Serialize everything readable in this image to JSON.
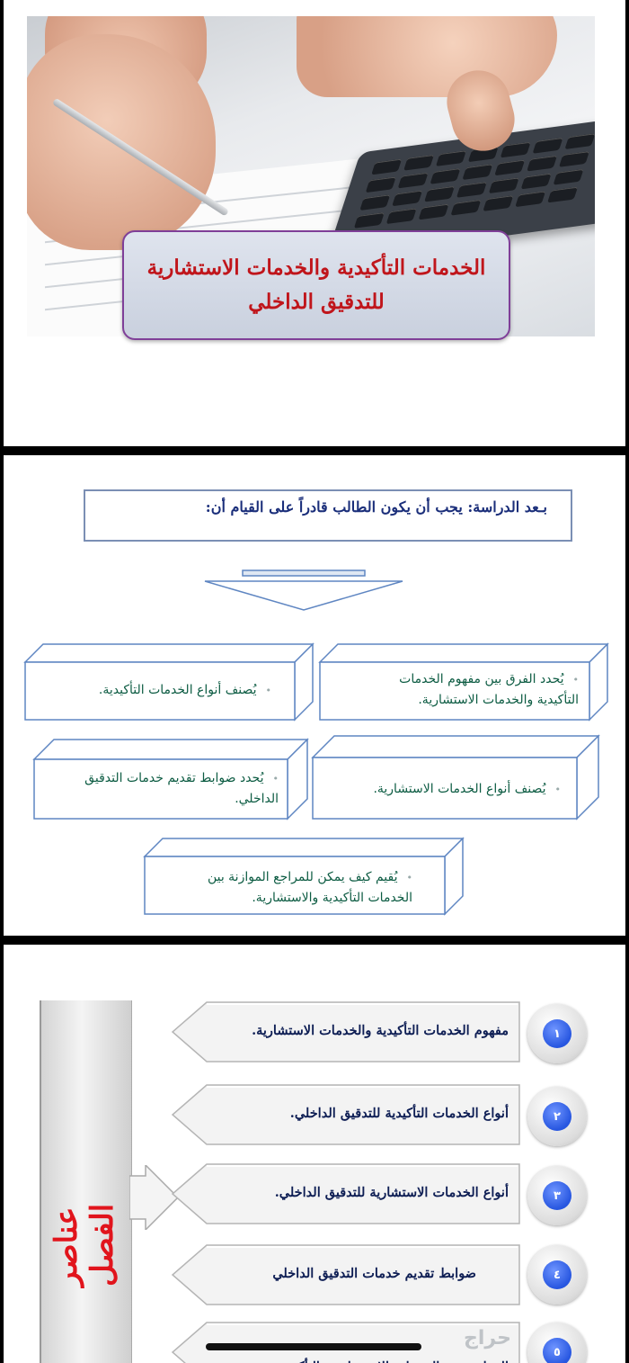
{
  "slide1": {
    "title_line1": "الخدمات التأكيدية والخدمات الاستشارية",
    "title_line2": "للتدقيق الداخلي"
  },
  "slide2": {
    "objectives_heading": "بـعد الدراسة: يجب أن يكون الطالب قادراً على القيام أن:",
    "boxes": [
      {
        "line1": "يُحدد الفرق بين مفهوم الخدمات",
        "line2": "التأكيدية والخدمات الاستشارية."
      },
      {
        "line1": "يُصنف أنواع الخدمات التأكيدية.",
        "line2": ""
      },
      {
        "line1": "يُصنف أنواع الخدمات الاستشارية.",
        "line2": ""
      },
      {
        "line1": "يُحدد ضوابط تقديم خدمات التدقيق",
        "line2": "الداخلي."
      },
      {
        "line1": "يُقيم كيف يمكن للمراجع الموازنة بين",
        "line2": "الخدمات التأكيدية والاستشارية."
      }
    ],
    "bullet": "•"
  },
  "slide3": {
    "side_label": "عناصر الفصل",
    "items": [
      {
        "num": "١",
        "label": "مفهوم الخدمات التأكيدية والخدمات الاستشارية."
      },
      {
        "num": "٢",
        "label": "أنواع الخدمات التأكيدية للتدقيق الداخلي."
      },
      {
        "num": "٣",
        "label": "أنواع الخدمات الاستشارية للتدقيق الداخلي."
      },
      {
        "num": "٤",
        "label": "ضوابط تقديم خدمات التدقيق الداخلي"
      },
      {
        "num": "٥",
        "label": "الموازنة بين الخدمات الاستشارية والتأكيدية."
      }
    ],
    "watermark": "حراج"
  }
}
